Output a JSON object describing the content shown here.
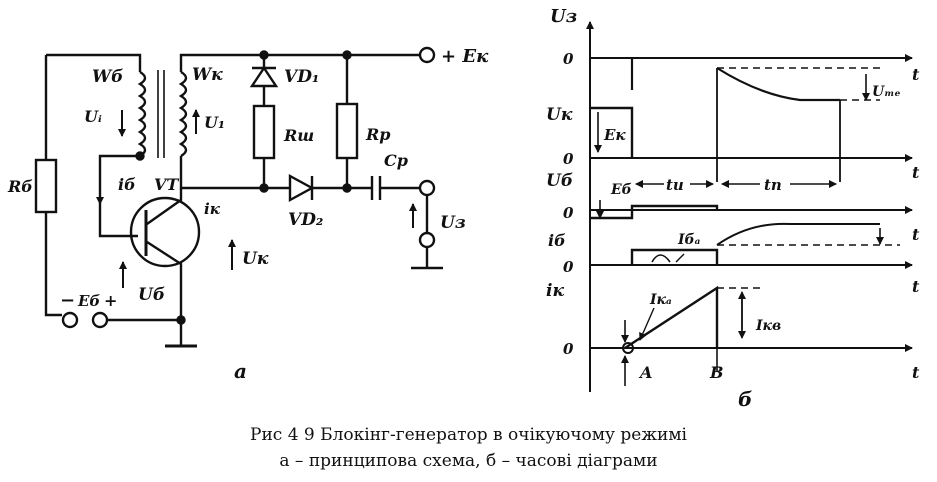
{
  "schematic": {
    "winding_base": "Wб",
    "winding_collector": "Wк",
    "diode_1": "VD₁",
    "diode_2": "VD₂",
    "resistor_base": "Rб",
    "resistor_shunt": "Rш",
    "resistor_load": "Rр",
    "capacitor": "Cр",
    "transistor": "VT",
    "supply": "+ Eк",
    "voltage_base_winding": "Uᵢ",
    "voltage_collector_winding": "U₁",
    "current_base": "iб",
    "current_collector": "iк",
    "voltage_collector": "Uк",
    "voltage_base": "Uб",
    "bias_source": "Eб",
    "bias_minus": "−",
    "bias_plus": "+",
    "output_voltage": "Uз",
    "subfigure_label": "а"
  },
  "timing": {
    "axis_u3": "Uз",
    "axis_uk": "Uк",
    "axis_ub": "Uб",
    "axis_ib": "iб",
    "axis_ik": "iк",
    "zero": "0",
    "t": "t",
    "u_m": "Uₘₑ",
    "e_k": "Eк",
    "e_b": "Eб",
    "t_i": "tи",
    "t_p": "tп",
    "i_b_peak": "Iбₐ",
    "i_k_peak": "Iкₐ",
    "i_kv": "Iкв",
    "point_a": "A",
    "point_b": "B",
    "subfigure_label": "б"
  },
  "caption": {
    "line1": "Рис  4 9  Блокінг-генератор в очікуючому режимі",
    "line2": "а – принципова схема,  б – часові діаграми"
  }
}
